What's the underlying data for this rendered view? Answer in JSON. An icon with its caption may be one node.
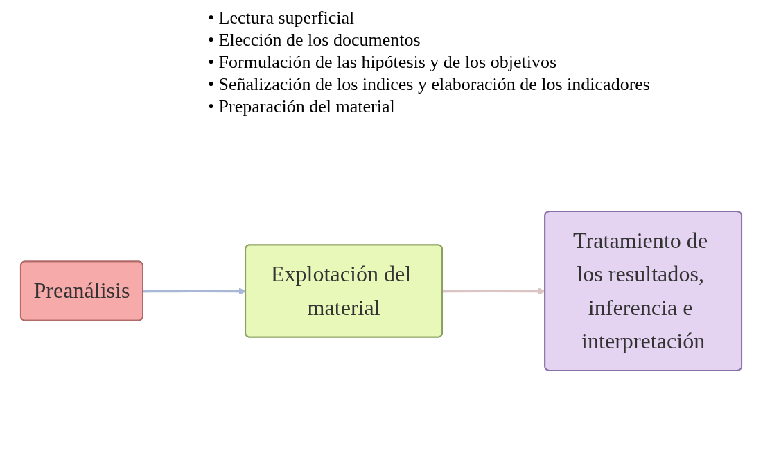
{
  "diagram": {
    "nodes": [
      {
        "text": [
          "Preanálisis"
        ],
        "beside": [
          "• Lectura superficial",
          "• Elección de los documentos",
          "• Formulación de las hipótesis y de los objetivos",
          "• Señalización de los indices y elaboración de los indicadores",
          "• Preparación del material"
        ]
      },
      {
        "text": [
          "Explotación del material"
        ]
      },
      {
        "text": [
          "Tratamiento de los resultados, inferencia e interpretación"
        ]
      }
    ],
    "edges": [
      {
        "from": 0,
        "to": 1,
        "arrow": "to",
        "color": "#a9b8d4"
      },
      {
        "from": 1,
        "to": 2,
        "arrow": "to",
        "color": "#dcc4c4"
      }
    ]
  }
}
